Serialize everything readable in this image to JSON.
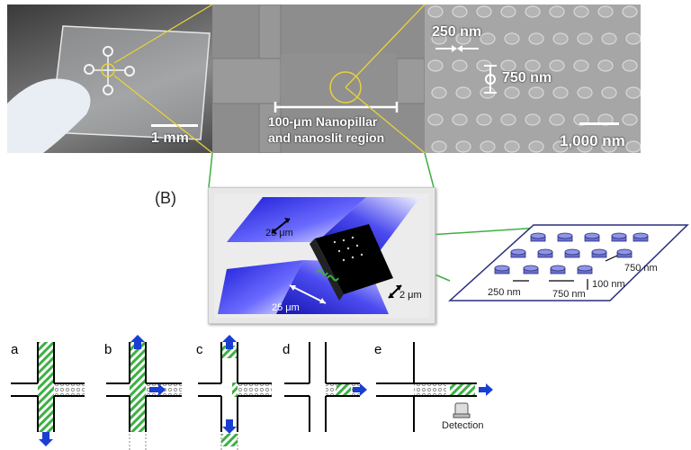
{
  "top_photos": {
    "chip": {
      "scale_label": "1 mm"
    },
    "sem_low": {
      "region_label_1": "100-μm Nanopillar",
      "region_label_2": "and nanoslit region"
    },
    "sem_high": {
      "gap_label": "250 nm",
      "pitch_label": "750 nm",
      "scale_label": "1,000 nm"
    }
  },
  "middle": {
    "panel_label": "(B)",
    "channel_3d": {
      "width_top": "25 μm",
      "width_bottom": "25 μm",
      "depth": "2 μm"
    },
    "pillar_array": {
      "gap_x": "250 nm",
      "pitch_x": "750 nm",
      "height": "100 nm",
      "pitch_y": "750 nm"
    }
  },
  "steps": {
    "labels": [
      "a",
      "b",
      "c",
      "d",
      "e"
    ],
    "detection_label": "Detection"
  },
  "colors": {
    "accent_yellow": "#e8d23a",
    "accent_green": "#3cb043",
    "arrow_blue": "#1a3fd0",
    "navy": "#2a2f7a"
  }
}
